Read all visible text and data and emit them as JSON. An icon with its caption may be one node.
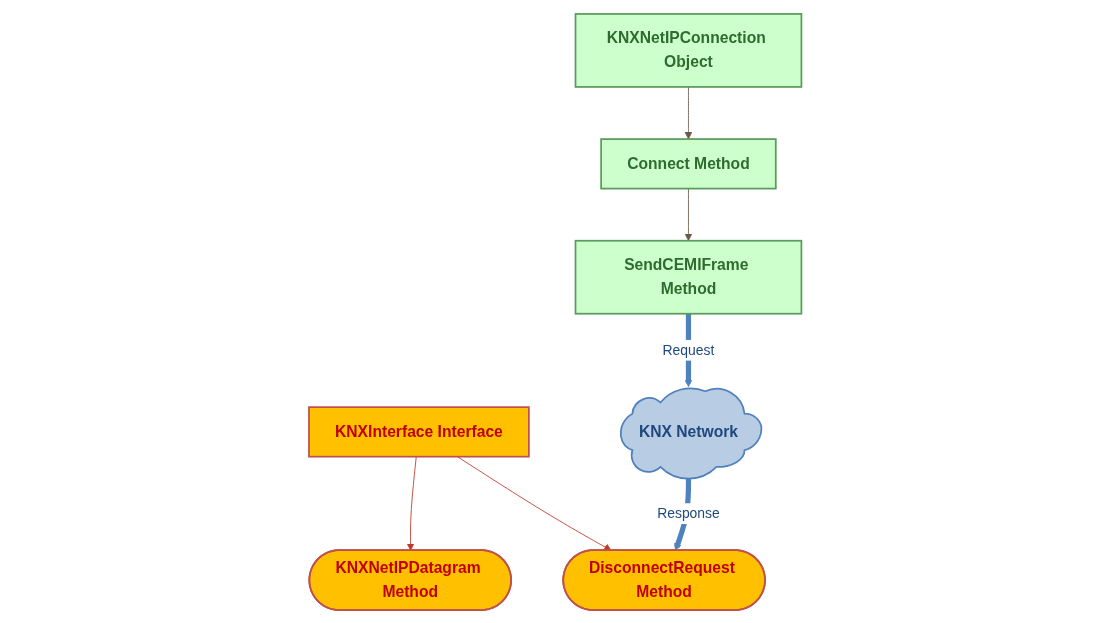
{
  "diagram": {
    "nodes": [
      {
        "text": [
          "KNXInterface Interface"
        ]
      },
      {
        "text": [
          "KNXNetIPDatagram Method"
        ]
      },
      {
        "text": [
          "DisconnectRequest Method"
        ]
      },
      {
        "text": [
          "KNXNetIPConnection Object"
        ]
      },
      {
        "text": [
          "Connect Method"
        ]
      },
      {
        "text": [
          "SendCEMIFrame Method"
        ]
      },
      {
        "text": [
          "KNX Network"
        ]
      }
    ],
    "edges": [
      {
        "from": 0,
        "to": 1,
        "arrow": "to",
        "color": "#c0392b"
      },
      {
        "from": 0,
        "to": 2,
        "arrow": "to",
        "color": "#c0392b"
      },
      {
        "from": 3,
        "to": 4,
        "arrow": "to",
        "color": "#6b5a4a"
      },
      {
        "from": 4,
        "to": 5,
        "arrow": "to",
        "color": "#6b5a4a"
      },
      {
        "from": 5,
        "to": 6,
        "arrow": "to",
        "label": "Request",
        "style": "thick",
        "color": "#4f81bd"
      },
      {
        "from": 6,
        "to": 2,
        "arrow": "to",
        "label": "Response",
        "style": "thick",
        "color": "#4f81bd"
      }
    ]
  }
}
